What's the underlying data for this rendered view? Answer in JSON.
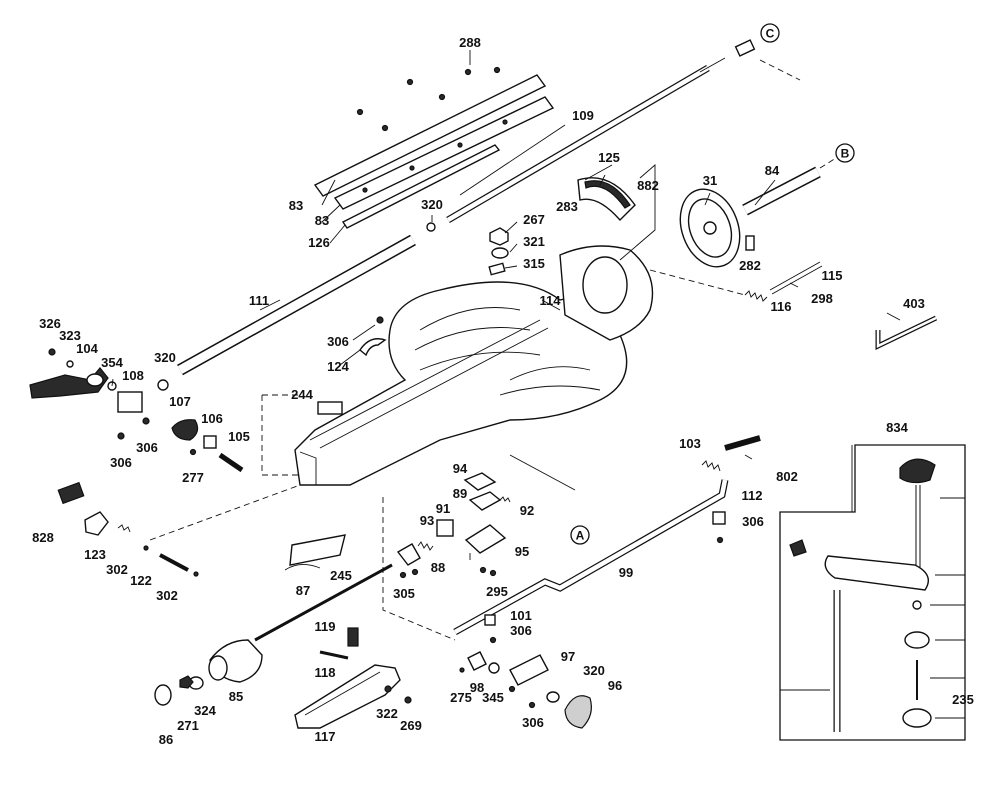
{
  "labels": {
    "l288": "288",
    "l109": "109",
    "l83a": "83",
    "l83b": "83",
    "l126": "126",
    "l320a": "320",
    "l125": "125",
    "l882": "882",
    "l283": "283",
    "l267": "267",
    "l321": "321",
    "l315": "315",
    "l31": "31",
    "l84": "84",
    "l282": "282",
    "l115": "115",
    "l298": "298",
    "l116": "116",
    "l114": "114",
    "l111": "111",
    "l403": "403",
    "l326": "326",
    "l323": "323",
    "l104": "104",
    "l354": "354",
    "l108": "108",
    "l320b": "320",
    "l306a": "306",
    "l124": "124",
    "l244": "244",
    "l107": "107",
    "l106": "106",
    "l105": "105",
    "l306b": "306",
    "l306c": "306",
    "l277": "277",
    "l834": "834",
    "l103": "103",
    "l802": "802",
    "l94": "94",
    "l89": "89",
    "l92": "92",
    "l112": "112",
    "l91": "91",
    "l93": "93",
    "l306d": "306",
    "l828": "828",
    "l95": "95",
    "l123": "123",
    "l302a": "302",
    "l122": "122",
    "l302b": "302",
    "l245": "245",
    "l88": "88",
    "l99": "99",
    "l87": "87",
    "l305": "305",
    "l295": "295",
    "l101": "101",
    "l306e": "306",
    "l119": "119",
    "l118": "118",
    "l97": "97",
    "l320c": "320",
    "l96": "96",
    "l85": "85",
    "l324": "324",
    "l271": "271",
    "l86": "86",
    "l98": "98",
    "l275": "275",
    "l345": "345",
    "l306f": "306",
    "l322": "322",
    "l269": "269",
    "l117": "117",
    "l235": "235"
  },
  "callouts": {
    "a": "A",
    "b": "B",
    "c": "C"
  }
}
